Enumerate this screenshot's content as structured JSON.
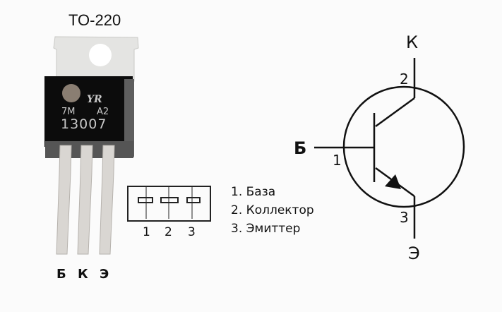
{
  "package": {
    "title": "TO-220",
    "marking": {
      "brand": "YR",
      "line1_left": "7M",
      "line1_right": "A2",
      "part_number": "13007"
    },
    "leg_labels": [
      "Б",
      "К",
      "Э"
    ]
  },
  "pinout": {
    "pin_numbers": [
      "1",
      "2",
      "3"
    ],
    "legend": [
      "1. База",
      "2. Коллектор",
      "3. Эмиттер"
    ]
  },
  "symbol": {
    "type": "NPN transistor",
    "collector_label": "К",
    "base_label": "Б",
    "emitter_label": "Э",
    "collector_pin": "2",
    "base_pin": "1",
    "emitter_pin": "3"
  }
}
